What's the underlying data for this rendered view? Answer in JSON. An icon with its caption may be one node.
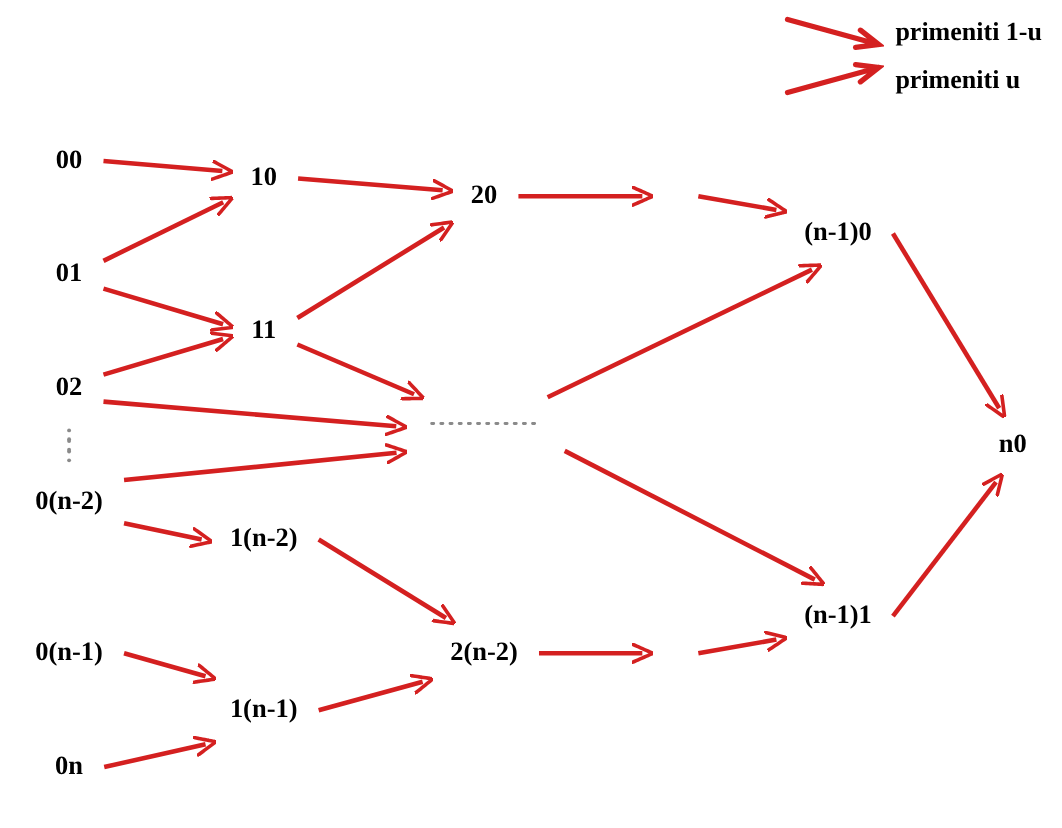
{
  "diagram": {
    "nodes": [
      {
        "text": [
          "00"
        ]
      },
      {
        "text": [
          "01"
        ]
      },
      {
        "text": [
          "02"
        ]
      },
      {
        "text": [
          "0(n-2)"
        ]
      },
      {
        "text": [
          "0(n-1)"
        ]
      },
      {
        "text": [
          "0n"
        ]
      },
      {
        "text": [
          "10"
        ]
      },
      {
        "text": [
          "11"
        ]
      },
      {
        "text": [
          "1(n-2)"
        ]
      },
      {
        "text": [
          "1(n-1)"
        ]
      },
      {
        "text": [
          "20"
        ]
      },
      {
        "text": [
          "2(n-2)"
        ]
      },
      {
        "text": [
          "(n-1)0"
        ]
      },
      {
        "text": [
          "(n-1)1"
        ]
      },
      {
        "text": [
          "n0"
        ]
      }
    ],
    "edges": [
      {
        "from": 0,
        "to": 6,
        "arrow": "to"
      },
      {
        "from": 1,
        "to": 6,
        "arrow": "to"
      },
      {
        "from": 1,
        "to": 7,
        "arrow": "to"
      },
      {
        "from": 2,
        "to": 7,
        "arrow": "to"
      },
      {
        "from": 2,
        "to": null,
        "arrow": "to"
      },
      {
        "from": 3,
        "to": null,
        "arrow": "to"
      },
      {
        "from": 3,
        "to": 8,
        "arrow": "to"
      },
      {
        "from": 4,
        "to": 9,
        "arrow": "to"
      },
      {
        "from": 5,
        "to": 9,
        "arrow": "to"
      },
      {
        "from": 6,
        "to": 10,
        "arrow": "to"
      },
      {
        "from": 7,
        "to": 10,
        "arrow": "to"
      },
      {
        "from": 7,
        "to": null,
        "arrow": "to"
      },
      {
        "from": 8,
        "to": 11,
        "arrow": "to"
      },
      {
        "from": 9,
        "to": 11,
        "arrow": "to"
      },
      {
        "from": 10,
        "to": null,
        "arrow": "to"
      },
      {
        "from": 11,
        "to": null,
        "arrow": "to"
      },
      {
        "from": null,
        "to": 12,
        "arrow": "to"
      },
      {
        "from": null,
        "to": 12,
        "arrow": "to"
      },
      {
        "from": null,
        "to": 13,
        "arrow": "to"
      },
      {
        "from": null,
        "to": 13,
        "arrow": "to"
      },
      {
        "from": 12,
        "to": 14,
        "arrow": "to"
      },
      {
        "from": 13,
        "to": 14,
        "arrow": "to"
      }
    ],
    "legend": [
      {
        "text": "primeniti 1-u"
      },
      {
        "text": "primeniti u"
      }
    ]
  }
}
